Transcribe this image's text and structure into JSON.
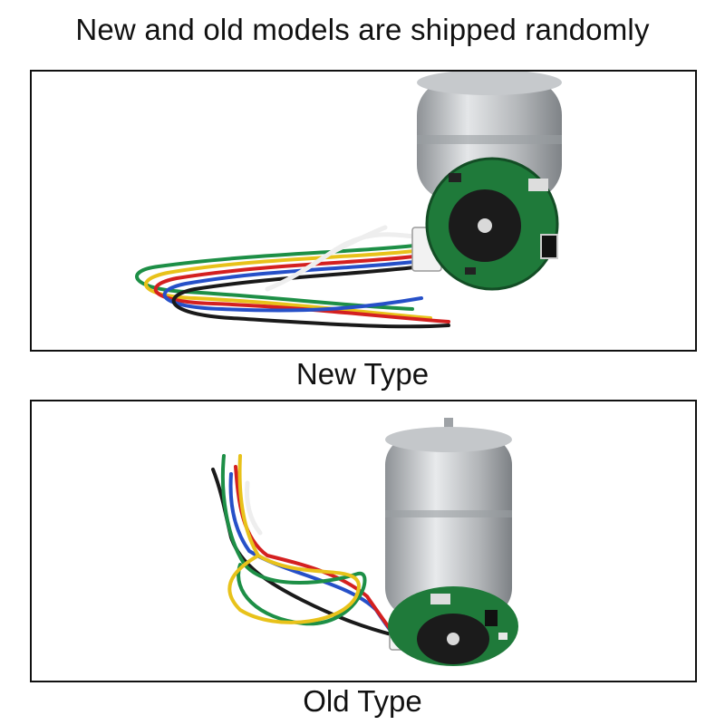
{
  "header": {
    "title": "New and old models are shipped randomly"
  },
  "panels": [
    {
      "caption": "New Type"
    },
    {
      "caption": "Old Type"
    }
  ],
  "colors": {
    "pcb_green": "#1f7a3a",
    "motor_silver": "#b9bcbf",
    "encoder_disc": "#1b1b1b",
    "wire_red": "#d42020",
    "wire_black": "#1a1a1a",
    "wire_yellow": "#e8c21a",
    "wire_green": "#1d8f46",
    "wire_blue": "#2650c8",
    "wire_white": "#eeeeee"
  }
}
